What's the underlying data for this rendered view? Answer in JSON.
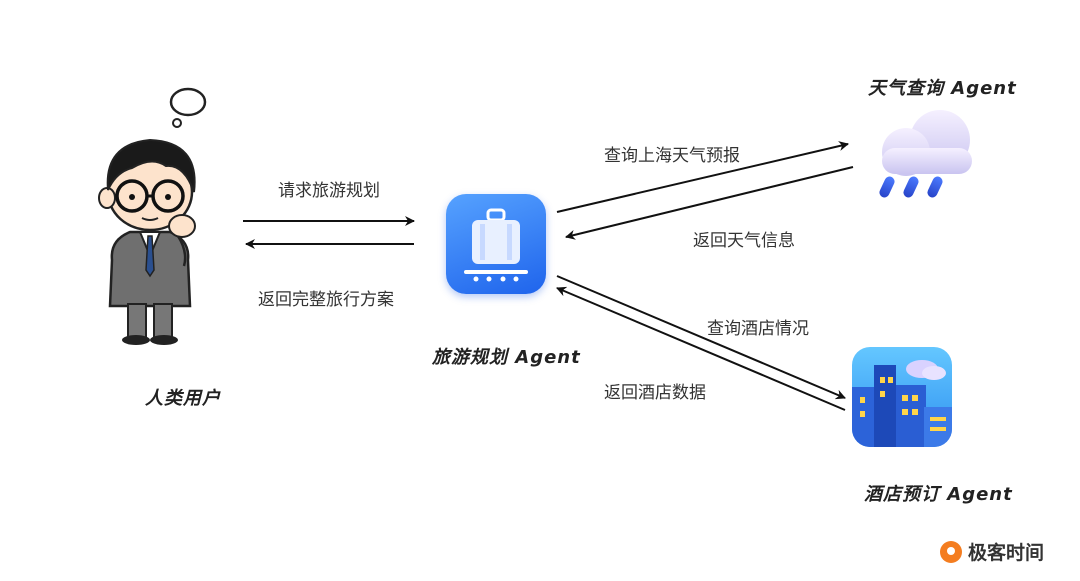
{
  "nodes": {
    "user": {
      "caption": "人类用户"
    },
    "planner": {
      "caption": "旅游规划 Agent"
    },
    "weather": {
      "caption": "天气查询 Agent"
    },
    "hotel": {
      "caption": "酒店预订 Agent"
    }
  },
  "edges": {
    "user_to_planner": "请求旅游规划",
    "planner_to_user": "返回完整旅行方案",
    "planner_to_weather": "查询上海天气预报",
    "weather_to_planner": "返回天气信息",
    "planner_to_hotel": "查询酒店情况",
    "hotel_to_planner": "返回酒店数据"
  },
  "watermark": {
    "text": "极客时间",
    "color": "#f47d20"
  },
  "colors": {
    "arrow": "#111111",
    "planner_icon": "#2f7cf6"
  }
}
